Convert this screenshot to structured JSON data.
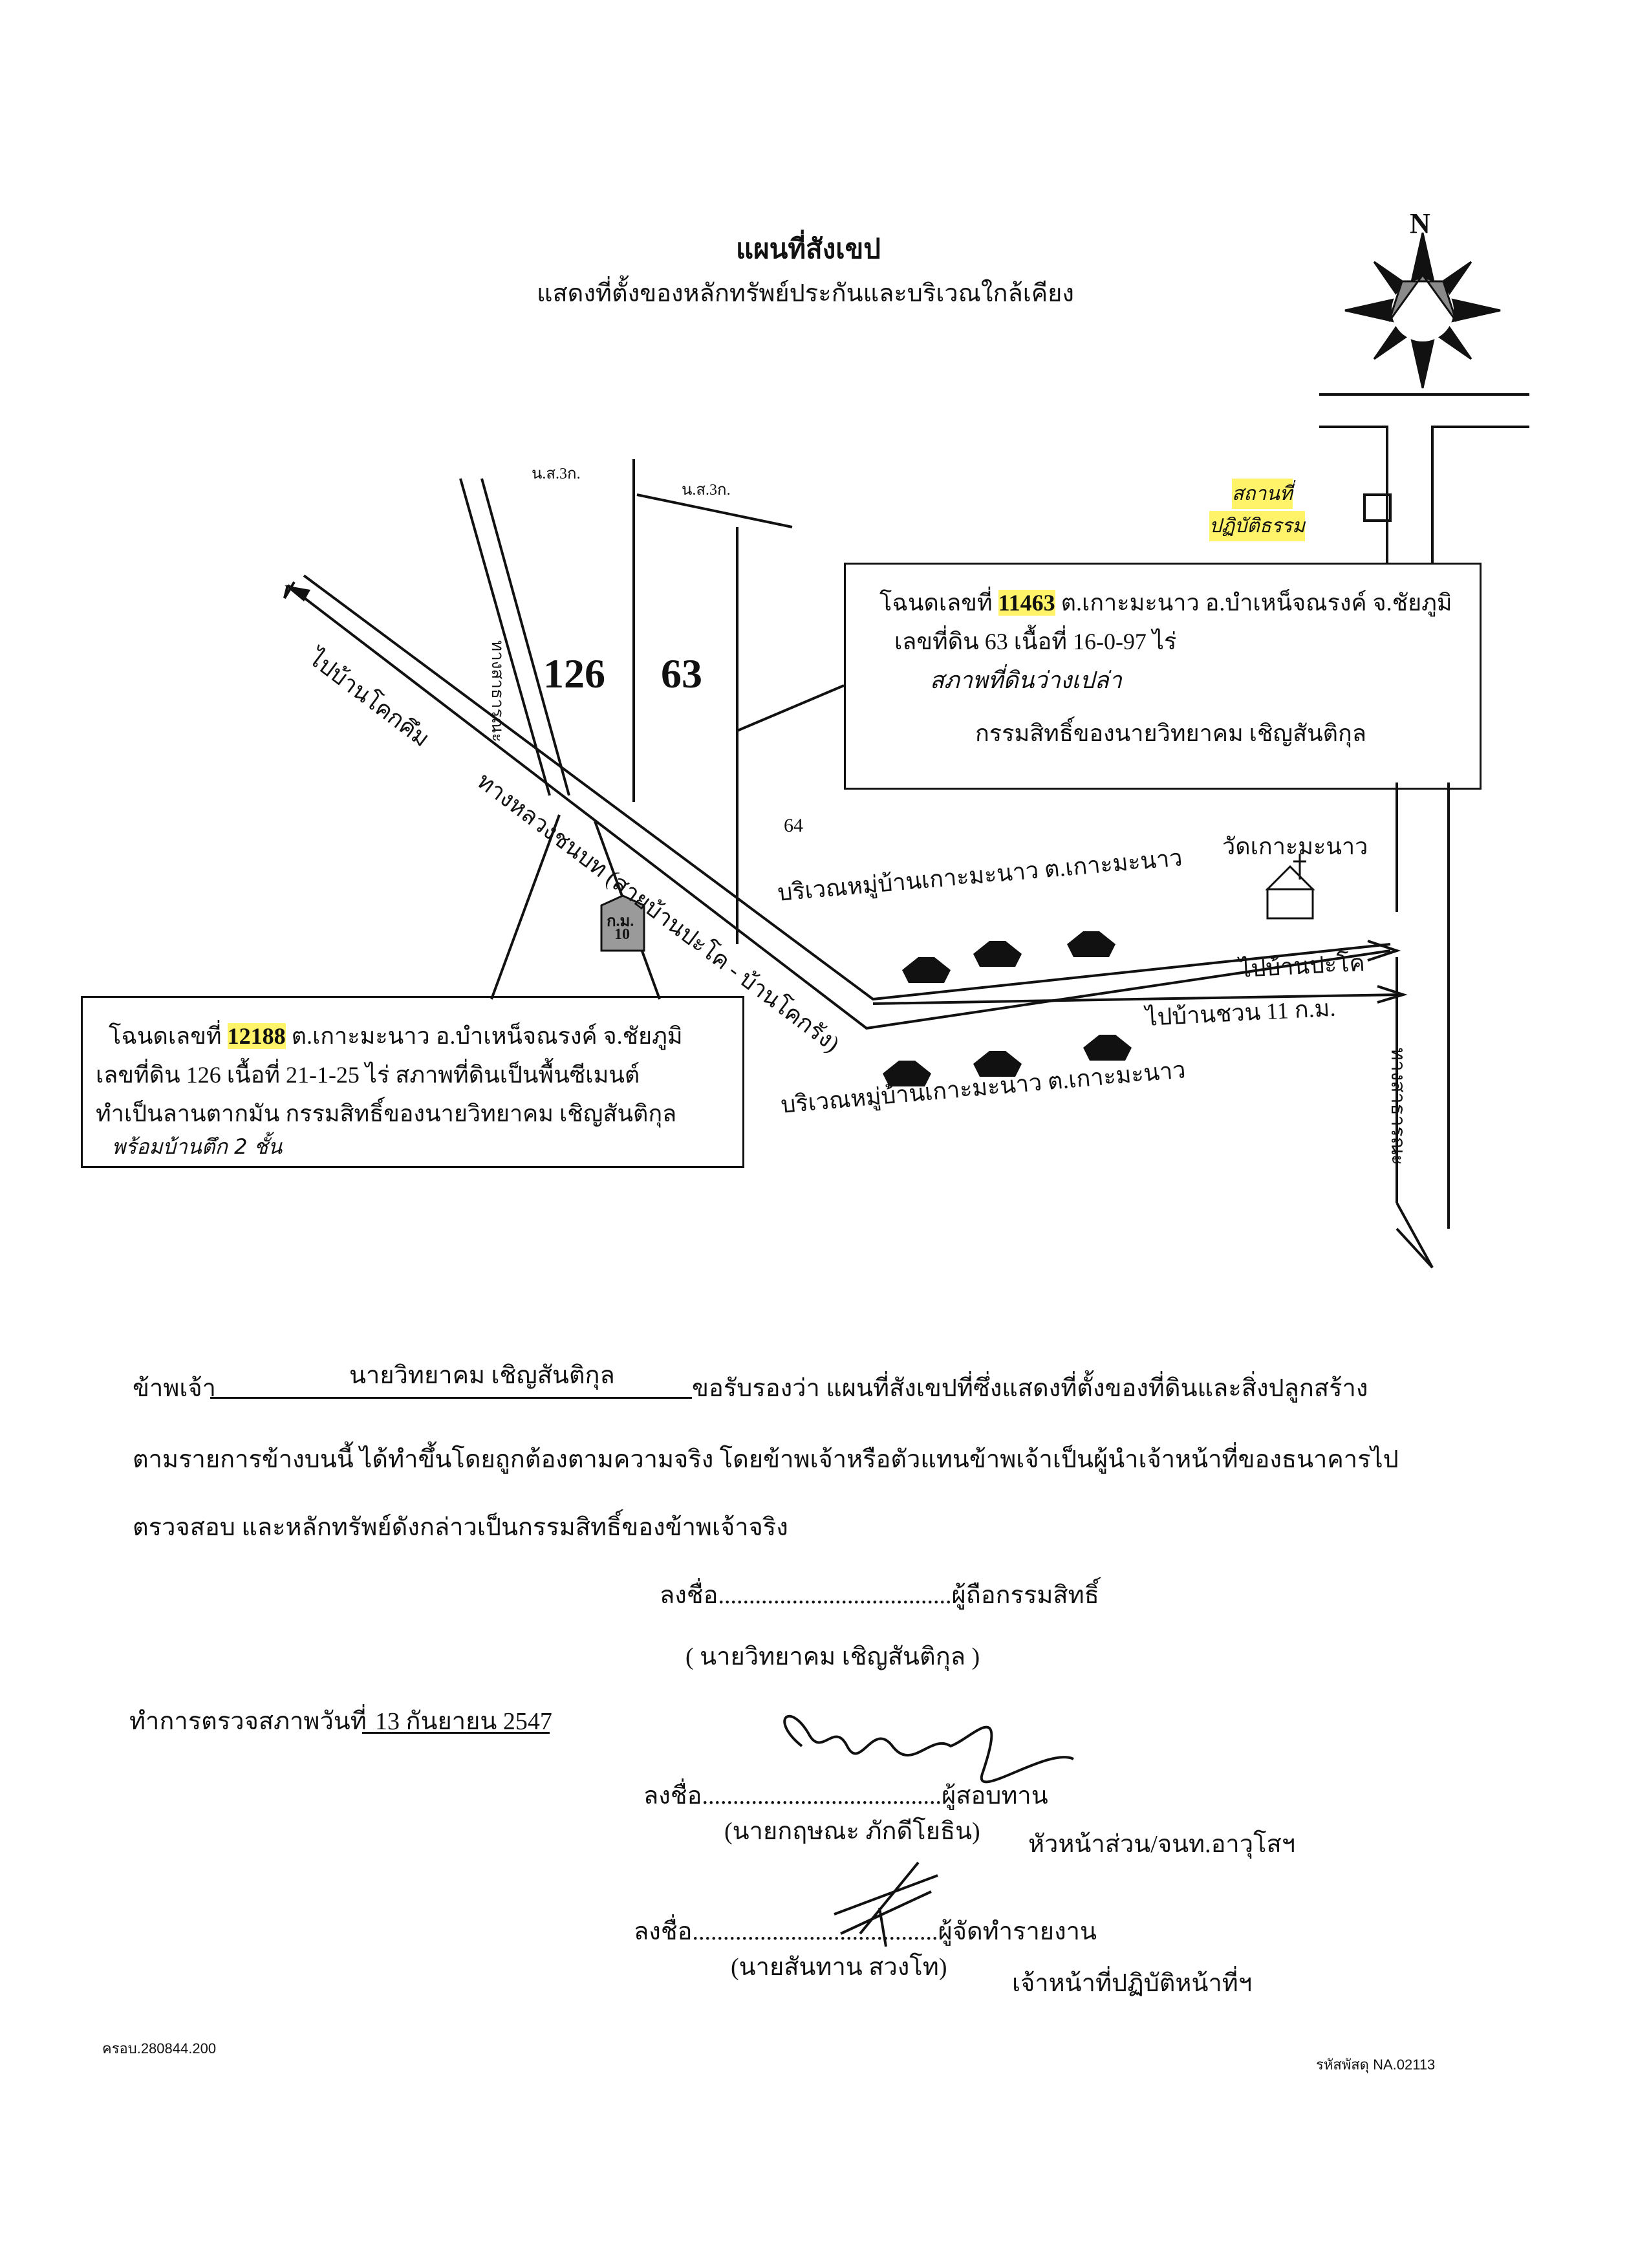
{
  "header": {
    "title": "แผนที่สังเขป",
    "subtitle": "แสดงที่ตั้งของหลักทรัพย์ประกันและบริเวณใกล้เคียง"
  },
  "compass": {
    "north_label": "N"
  },
  "map": {
    "ns3k_left": "น.ส.3ก.",
    "ns3k_right": "น.ส.3ก.",
    "parcel_126": "126",
    "parcel_63": "63",
    "parcel_64": "64",
    "road_left_label": "ไปบ้านโคกคึม",
    "road_left_vertical": "ทางสาธารณะ",
    "highway_label": "ทางหลวงชนบท (สายบ้านปะโค - บ้านโคกรัง)",
    "km_marker": {
      "line1": "ก.ม.",
      "line2": "10"
    },
    "village_upper": "บริเวณหมู่บ้านเกาะมะนาว ต.เกาะมะนาว",
    "village_lower": "บริเวณหมู่บ้านเกาะมะนาว ต.เกาะมะนาว",
    "temple": "วัดเกาะมะนาว",
    "to_pakho": "ไปบ้านปะโค",
    "to_chuan": "ไปบ้านชวน 11 ก.ม.",
    "road_right_vertical": "ทางสาธารณะ",
    "handwritten_top_right": [
      "สถานที่",
      "ปฏิบัติธรรม"
    ],
    "box_63": {
      "line1_pre": "โฉนดเลขที่",
      "line1_num": "11463",
      "line1_post": "ต.เกาะมะนาว อ.บำเหน็จณรงค์ จ.ชัยภูมิ",
      "line2": "เลขที่ดิน 63 เนื้อที่ 16-0-97 ไร่",
      "line3_hand": "สภาพที่ดินว่างเปล่า",
      "line4": "กรรมสิทธิ์ของนายวิทยาคม เชิญสันติกุล"
    },
    "box_126": {
      "line1_pre": "โฉนดเลขที่",
      "line1_num": "12188",
      "line1_post": "ต.เกาะมะนาว อ.บำเหน็จณรงค์ จ.ชัยภูมิ",
      "line2": "เลขที่ดิน 126 เนื้อที่ 21-1-25 ไร่ สภาพที่ดินเป็นพื้นซีเมนต์",
      "line3": "ทำเป็นลานตากมัน กรรมสิทธิ์ของนายวิทยาคม เชิญสันติกุล",
      "line4_hand": "พร้อมบ้านตึก 2 ชั้น"
    }
  },
  "certification": {
    "lead": "ข้าพเจ้า",
    "name_filled": "นายวิทยาคม เชิญสันติกุล",
    "line1_rest": "ขอรับรองว่า แผนที่สังเขปที่ซึ่งแสดงที่ตั้งของที่ดินและสิ่งปลูกสร้าง",
    "line2": "ตามรายการข้างบนนี้  ได้ทำขึ้นโดยถูกต้องตามความจริง   โดยข้าพเจ้าหรือตัวแทนข้าพเจ้าเป็นผู้นำเจ้าหน้าที่ของธนาคารไป",
    "line3": "ตรวจสอบ และหลักทรัพย์ดังกล่าวเป็นกรรมสิทธิ์ของข้าพเจ้าจริง"
  },
  "signatures": {
    "owner": {
      "label": "ลงชื่อ......................................ผู้ถือกรรมสิทธิ์",
      "name": "(    นายวิทยาคม เชิญสันติกุล    )"
    },
    "inspection": {
      "label": "ทำการตรวจสภาพวันที่",
      "date": "13 กันยายน 2547"
    },
    "examiner": {
      "label": "ลงชื่อ.......................................ผู้สอบทาน",
      "name": "(นายกฤษณะ  ภักดีโยธิน)",
      "title": "หัวหน้าส่วน/จนท.อาวุโสฯ"
    },
    "reporter": {
      "label": "ลงชื่อ........................................ผู้จัดทำรายงาน",
      "name": "(นายสันทาน  สวงโท)",
      "title": "เจ้าหน้าที่ปฏิบัติหน้าที่ฯ"
    }
  },
  "footer": {
    "left_code": "ครอบ.280844.200",
    "right_code": "รหัสพัสดุ NA.02113"
  }
}
